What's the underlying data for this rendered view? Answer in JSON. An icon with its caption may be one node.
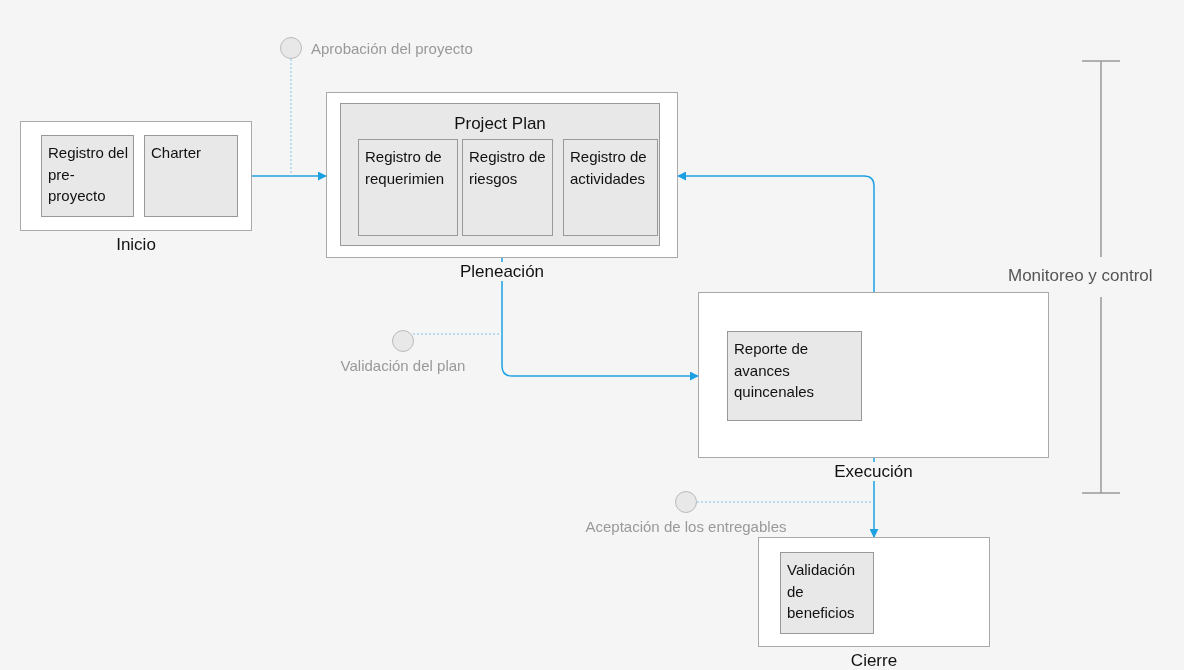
{
  "diagram": {
    "nodes": [
      {
        "text": [
          "Inicio"
        ]
      },
      {
        "text": [
          "Registro del pre-proyecto"
        ],
        "in": 0
      },
      {
        "text": [
          "Charter"
        ],
        "in": 0
      },
      {
        "text": [
          "Pleneación"
        ]
      },
      {
        "text": [
          "Project Plan"
        ],
        "in": 3
      },
      {
        "text": [
          "Registro de requerimien"
        ],
        "in": 4
      },
      {
        "text": [
          "Registro de riesgos"
        ],
        "in": 4
      },
      {
        "text": [
          "Registro de actividades"
        ],
        "in": 4
      },
      {
        "text": [
          "Execución"
        ]
      },
      {
        "text": [
          "Reporte de avances quincenales"
        ],
        "in": 8
      },
      {
        "text": [
          "Cierre"
        ]
      },
      {
        "text": [
          "Validación de beneficios"
        ],
        "in": 10
      },
      {
        "text": [
          "Aprobación del proyecto"
        ]
      },
      {
        "text": [
          "Validación del plan"
        ]
      },
      {
        "text": [
          "Aceptación de los entregables"
        ]
      }
    ],
    "edges": [
      {
        "from": 0,
        "to": 3,
        "arrow": "to"
      },
      {
        "from": 8,
        "to": 3,
        "arrow": "to"
      },
      {
        "from": 3,
        "to": 8,
        "arrow": "to"
      },
      {
        "from": 8,
        "to": 10,
        "arrow": "to"
      },
      {
        "from": 12,
        "to": null,
        "arrow": "none",
        "style": "dashed",
        "color": "#7cc4ea"
      },
      {
        "from": 13,
        "to": null,
        "arrow": "none",
        "style": "dashed",
        "color": "#7cc4ea"
      },
      {
        "from": 14,
        "to": null,
        "arrow": "none",
        "style": "dashed",
        "color": "#7cc4ea"
      }
    ],
    "labels": [
      "Monitoreo y control"
    ]
  }
}
